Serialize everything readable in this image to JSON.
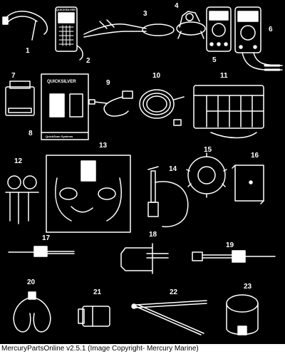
{
  "diagram": {
    "brand_labels": {
      "scanner_brand": "QUICKSILVER",
      "box_brand": "QUICKSILVER",
      "box_footer": "QuickScan   Systems"
    },
    "callouts": [
      "1",
      "2",
      "3",
      "4",
      "5",
      "6",
      "7",
      "8",
      "9",
      "10",
      "11",
      "12",
      "13",
      "14",
      "15",
      "16",
      "17",
      "18",
      "19",
      "20",
      "21",
      "22",
      "23"
    ]
  },
  "footer": {
    "text": "MercuryPartsOnline v2.5.1 (Image Copyright- Mercury Marine)"
  }
}
